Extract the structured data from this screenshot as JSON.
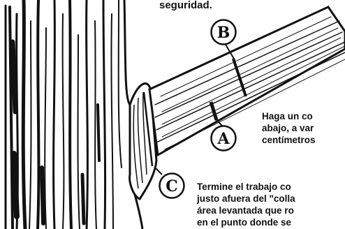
{
  "top_caption": "seguridad.",
  "labels": {
    "a": "A",
    "b": "B",
    "c": "C"
  },
  "instruction_a": [
    "Haga un co",
    "abajo, a var",
    "centímetros"
  ],
  "instruction_c": [
    "Termine el trabajo co",
    "justo afuera del \"colla",
    "área levantada que ro",
    "en el punto donde se"
  ],
  "colors": {
    "ink": "#111111",
    "paper": "#ffffff"
  }
}
